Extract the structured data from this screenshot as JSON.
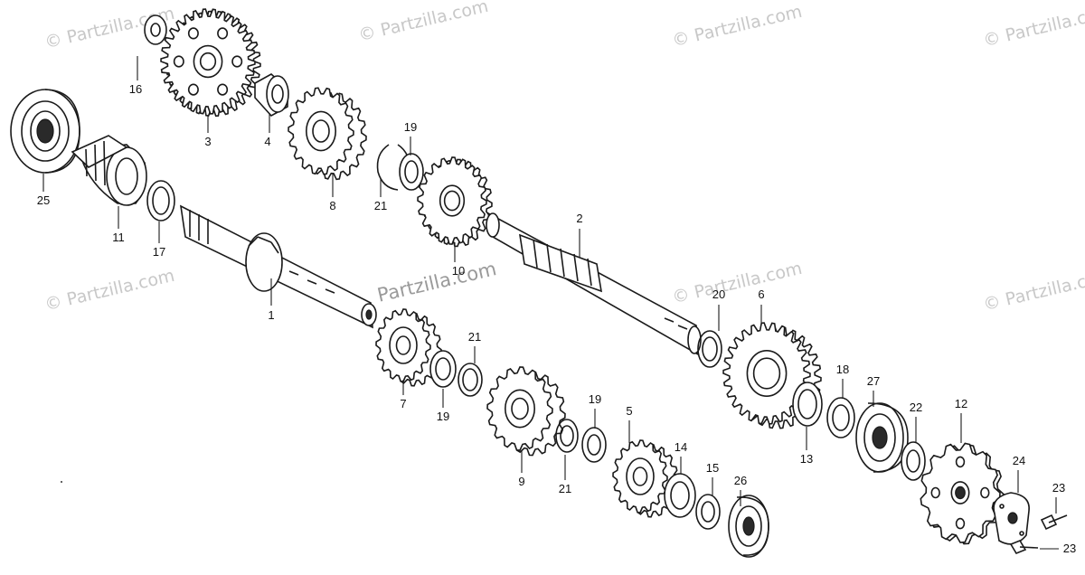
{
  "watermark": {
    "text": "© Partzilla.com",
    "center_text": "Partzilla.com"
  },
  "callouts": [
    "1",
    "2",
    "3",
    "4",
    "5",
    "6",
    "7",
    "8",
    "9",
    "10",
    "11",
    "12",
    "13",
    "14",
    "15",
    "16",
    "17",
    "18",
    "19",
    "19",
    "19",
    "20",
    "21",
    "21",
    "21",
    "22",
    "23",
    "23",
    "24",
    "25",
    "26",
    "27"
  ]
}
